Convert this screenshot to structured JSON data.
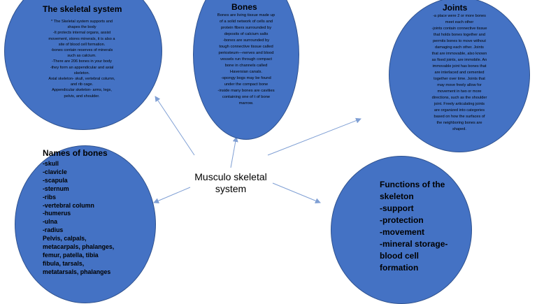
{
  "center": {
    "lines": [
      "Musculo skeletal",
      "system"
    ]
  },
  "skeletal": {
    "title": "The skeletal system",
    "lines": [
      "* The Skeletal system supports and",
      "shapes the body",
      "-It protects  internal organs, assist",
      "movement, stores minerals, it is also a",
      "site of blood cell formation.",
      "-bones contain reserves of minerals",
      "such as calcium.",
      "-There are 206 bones  in your body",
      "-they form an appendicular  and axial",
      "skeleton.",
      "Axial skeleton- skull, vertebral column,",
      "and rib cage.",
      "Appendicular skeleton- arms, legs,",
      "pelvis, and shoulder."
    ]
  },
  "bones": {
    "title": "Bones",
    "lines": [
      "Bones are living tissue made up",
      "of a solid network of cells and",
      "protein fibers surrounded by",
      "deposits of calcium salts",
      "-bones are surrounded by",
      "tough connective tissue called",
      "periosteum—nerves and blood",
      "vessels run through compact",
      "bone in channels called",
      "Haversian canals.",
      "-spongy bogs may be found",
      "under the compact bone",
      "-inside many bones are cavities",
      "containing one of t of bone",
      "marrow."
    ]
  },
  "joints": {
    "title": "Joints",
    "lines": [
      "-a place were 2 or more bones",
      "meet each other",
      "-joints contain connective tissue",
      "that holds bones together and",
      "permits bones to move without",
      "damaging each other. Joints",
      "that are immovable, also known",
      "as fixed joints, are immobile. An",
      "immovable joint has bones that",
      "are interlaced and cemented",
      "together over time. Joints that",
      "may move freely allow for",
      "movement in two or more",
      "directions, such as the shoulder",
      "joint. Freely articulating joints",
      "are organized into categories",
      "based on how the surfaces of",
      "the neighboring bones are",
      "shaped."
    ]
  },
  "names": {
    "title": "Names of bones",
    "lines": [
      "-skull",
      "-clavicle",
      "-scapula",
      "-sternum",
      "-ribs",
      "-vertebral column",
      "-humerus",
      "-ulna",
      "-radius",
      "Pelvis, calpals,",
      "metacarpals, phalanges,",
      "femur, patella, tibia",
      "fibula, tarsals,",
      "metatarsals, phalanges"
    ]
  },
  "functions": {
    "lines": [
      "Functions of the",
      "skeleton",
      "-support",
      "-protection",
      "-movement",
      "-mineral storage-",
      "blood cell",
      "formation"
    ]
  },
  "colors": {
    "circle_fill": "#4472c4",
    "circle_stroke": "#2f528f",
    "arrow": "#7f9fd4"
  }
}
